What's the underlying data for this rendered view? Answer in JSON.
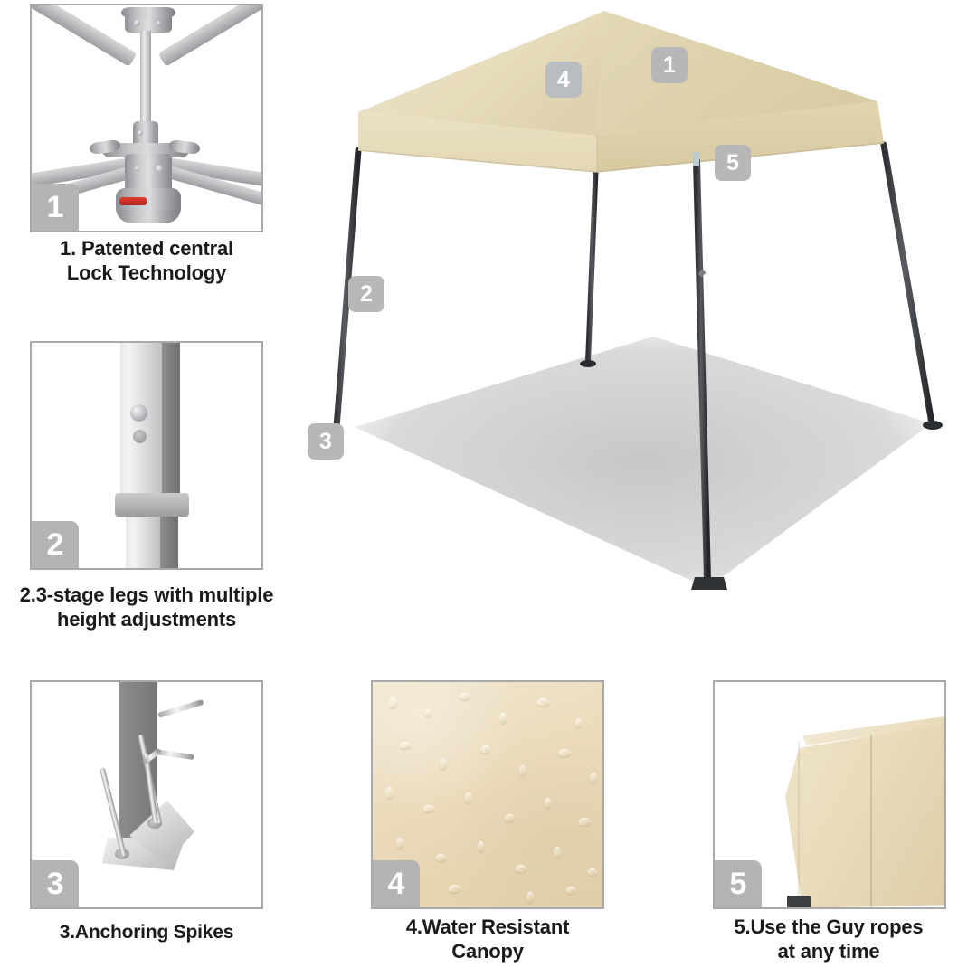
{
  "product": {
    "name": "Pop-up canopy feature infographic",
    "canopy_color_hex": "#E6DCBE",
    "frame_color_hex": "#3A3D40",
    "badge_color_hex": "#B4B4B4",
    "panel_border_hex": "#A9A9A9",
    "accent_red_hex": "#D22B1E"
  },
  "hero": {
    "name": "slant-leg pop-up canopy",
    "badges": [
      {
        "number": "1",
        "target": "canopy-peak"
      },
      {
        "number": "4",
        "target": "canopy-fabric"
      },
      {
        "number": "5",
        "target": "guy-rope-attachment"
      },
      {
        "number": "2",
        "target": "leg-adjustment"
      },
      {
        "number": "3",
        "target": "foot-anchor"
      }
    ]
  },
  "features": [
    {
      "number": "1",
      "caption_lines": [
        "1. Patented central",
        "Lock Technology"
      ],
      "photo": "central-lock-hub"
    },
    {
      "number": "2",
      "caption_lines": [
        "2.3-stage legs with multiple",
        "height adjustments"
      ],
      "photo": "telescoping-leg-tube"
    },
    {
      "number": "3",
      "caption_lines": [
        "3.Anchoring Spikes"
      ],
      "photo": "anchor-stakes-in-foot-plate"
    },
    {
      "number": "4",
      "caption_lines": [
        "4.Water Resistant",
        "Canopy"
      ],
      "photo": "water-beading-on-fabric"
    },
    {
      "number": "5",
      "caption_lines": [
        "5.Use the Guy ropes",
        "at any time"
      ],
      "photo": "canopy-corner-with-rope-tab"
    }
  ]
}
